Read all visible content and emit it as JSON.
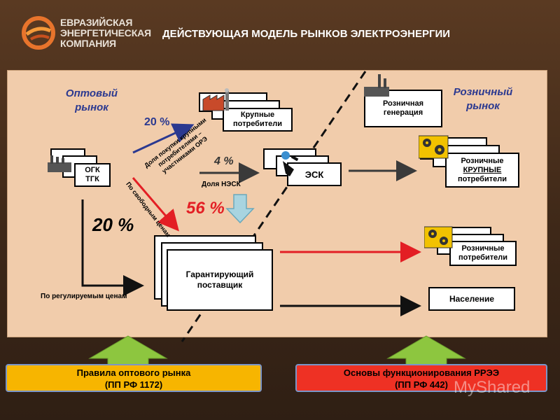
{
  "header": {
    "logo_lines": [
      "ЕВРАЗИЙСКАЯ",
      "ЭНЕРГЕТИЧЕСКАЯ",
      "КОМПАНИЯ"
    ],
    "title": "ДЕЙСТВУЮЩАЯ МОДЕЛЬ РЫНКОВ ЭЛЕКТРОЭНЕРГИИ"
  },
  "diagram": {
    "wholesale_market": [
      "Оптовый",
      "рынок"
    ],
    "retail_market": [
      "Розничный",
      "рынок"
    ],
    "ogk_tgk": [
      "ОГК",
      "ТГК"
    ],
    "large_consumers": [
      "Крупные",
      "потребители"
    ],
    "retail_generation": [
      "Розничная",
      "генерация"
    ],
    "esk": "ЭСК",
    "retail_large_consumers": [
      "Розничные",
      "КРУПНЫЕ",
      "потребители"
    ],
    "retail_consumers": [
      "Розничные",
      "потребители"
    ],
    "guaranteeing_supplier": [
      "Гарантирующий",
      "поставщик"
    ],
    "population": "Население",
    "pct_large_buy": "20 %",
    "label_large_buy": [
      "Доля покупки крупными",
      "потребителями –",
      "участниками ОРЭ"
    ],
    "pct_nesk": "4 %",
    "label_nesk": "Доля НЭСК",
    "pct_free": "56 %",
    "label_free": "По свободным ценам",
    "pct_regulated": "20 %",
    "label_regulated": "По регулируемым ценам"
  },
  "footer": {
    "wholesale_rules": [
      "Правила оптового рынка",
      "(ПП РФ 1172)"
    ],
    "retail_rules": [
      "Основы функционирования РРЭЭ",
      "(ПП РФ 442)"
    ],
    "watermark": "MyShared"
  },
  "colors": {
    "background": "#3e2818",
    "slide": "#f1ccab",
    "accent_red": "#e31e24",
    "accent_blue": "#2b3990",
    "green_arrow": "#8dc63f",
    "wholesale_box": "#f7b500",
    "retail_box": "#ee3124"
  }
}
